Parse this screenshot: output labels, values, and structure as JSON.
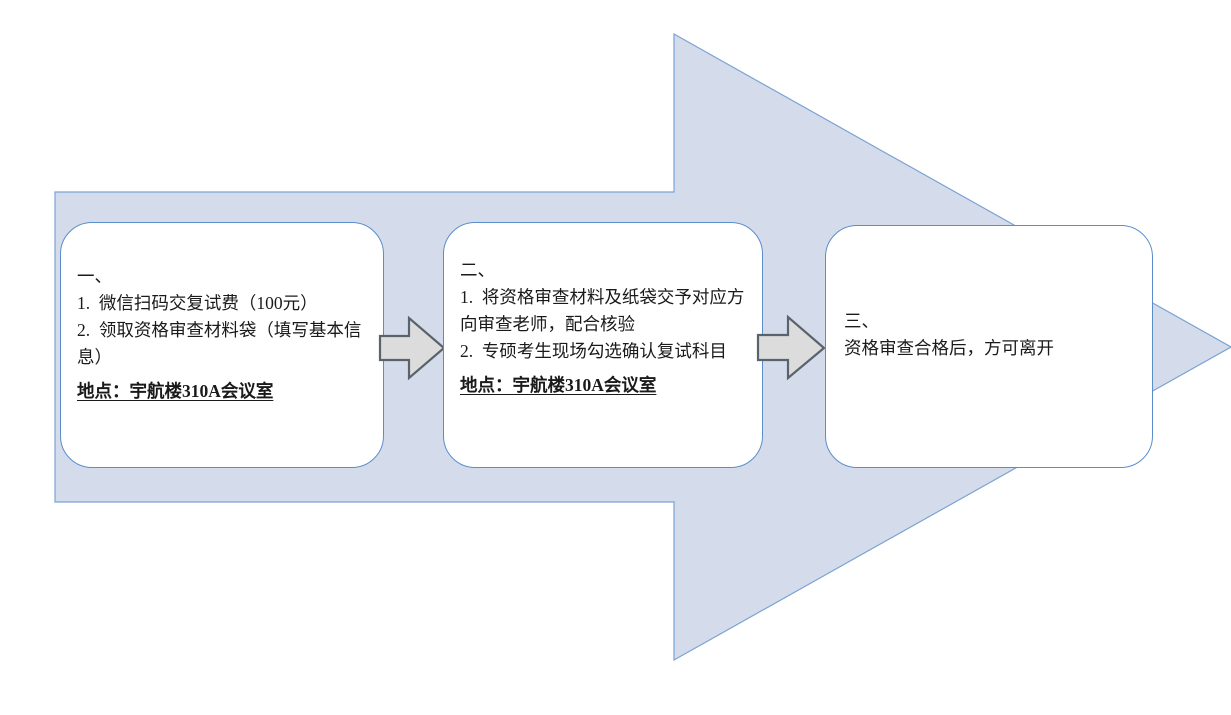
{
  "slide": {
    "background_color": "#ffffff",
    "arrow_fill": "#d4dcec",
    "arrow_stroke": "#7ba3d4",
    "box_border_color": "#5b8ec9",
    "box_fill": "#ffffff",
    "connector_fill": "#dcdcdc",
    "connector_stroke": "#59636b",
    "text_color": "#1a1a1a"
  },
  "steps": [
    {
      "id": "step-one",
      "heading": "一、",
      "items": [
        "1.  微信扫码交复试费（100元）",
        "2.  领取资格审查材料袋（填写基本信息）"
      ],
      "place": "地点：宇航楼310A会议室"
    },
    {
      "id": "step-two",
      "heading": "二、",
      "items": [
        "1.  将资格审查材料及纸袋交予对应方向审查老师，配合核验",
        "2.  专硕考生现场勾选确认复试科目"
      ],
      "place": "地点：宇航楼310A会议室"
    },
    {
      "id": "step-three",
      "heading": "三、",
      "items": [
        "资格审查合格后，方可离开"
      ],
      "place": ""
    }
  ],
  "connectors": [
    {
      "id": "connector-one-to-two",
      "icon": "right-arrow-icon"
    },
    {
      "id": "connector-two-to-three",
      "icon": "right-arrow-icon"
    }
  ],
  "background_shape": {
    "name": "right-arrow-banner",
    "icon": "large-right-arrow-icon"
  }
}
